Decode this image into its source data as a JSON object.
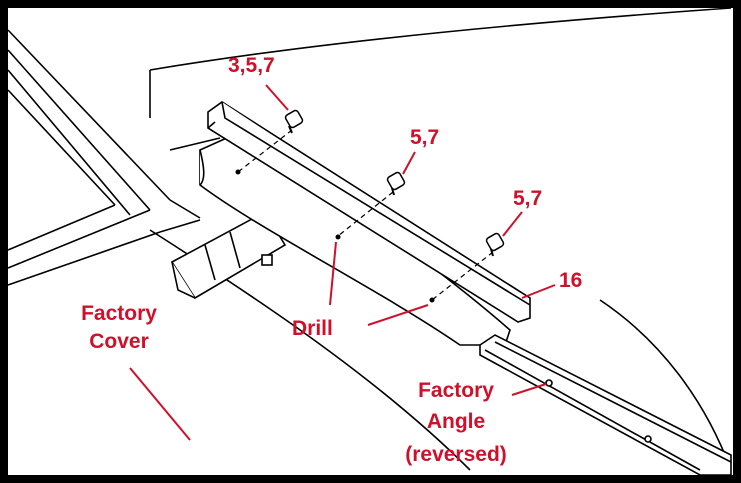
{
  "labels": {
    "bolt_a": "3,5,7",
    "bolt_b": "5,7",
    "bolt_c": "5,7",
    "part_16": "16",
    "drill": "Drill",
    "factory_cover_line1": "Factory",
    "factory_cover_line2": "Cover",
    "factory_angle_line1": "Factory",
    "factory_angle_line2": "Angle",
    "factory_angle_line3": "(reversed)"
  },
  "colors": {
    "callout": "#d0102a",
    "line": "#000000",
    "frame": "#000000",
    "background": "#ffffff"
  }
}
